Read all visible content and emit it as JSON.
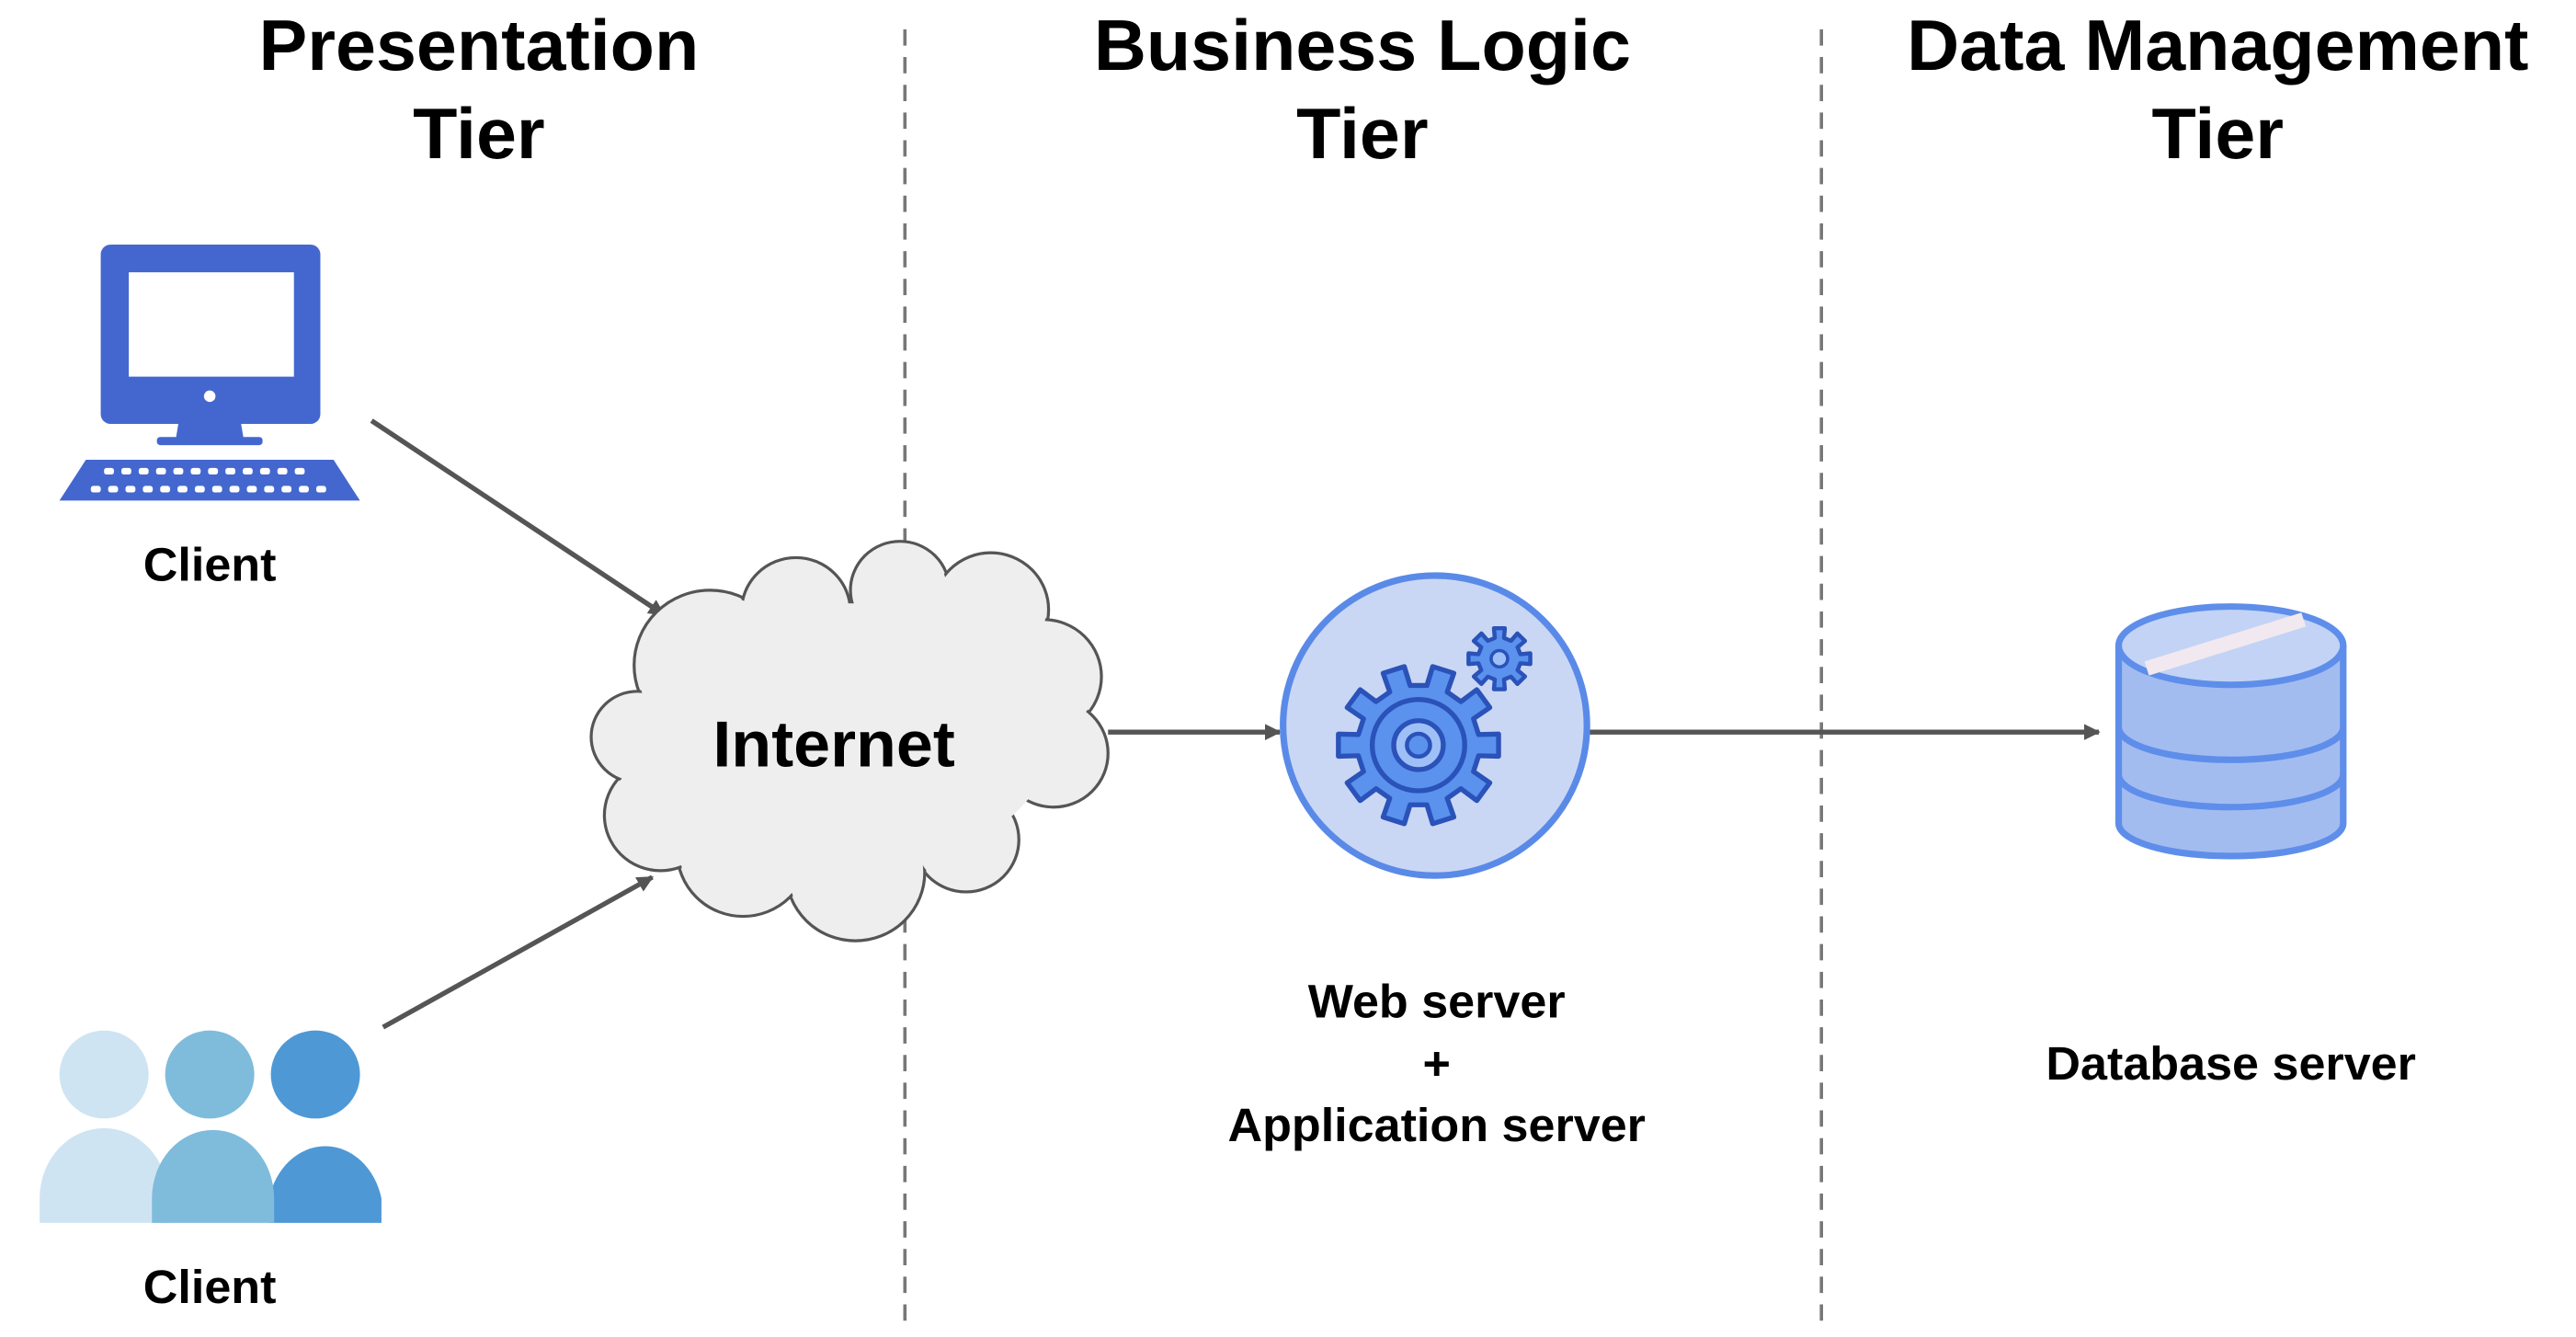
{
  "tiers": [
    {
      "title_line1": "Presentation",
      "title_line2": "Tier"
    },
    {
      "title_line1": "Business Logic",
      "title_line2": "Tier"
    },
    {
      "title_line1": "Data Management",
      "title_line2": "Tier"
    }
  ],
  "nodes": {
    "client_computer": {
      "label": "Client",
      "icon": "desktop-computer-icon"
    },
    "client_users": {
      "label": "Client",
      "icon": "user-group-icon"
    },
    "internet": {
      "label": "Internet",
      "icon": "cloud-icon"
    },
    "app_server": {
      "label_line1": "Web server",
      "label_line2": "+",
      "label_line3": "Application server",
      "icon": "gear-icon"
    },
    "db_server": {
      "label": "Database server",
      "icon": "database-icon"
    }
  },
  "colors": {
    "icon_blue": "#4467CF",
    "gear_circle_fill": "#CAD7F4",
    "gear_circle_stroke": "#5A8AE8",
    "gear_fill": "#5A92EE",
    "db_fill": "#A3BCF0",
    "db_stroke": "#5E8EEA",
    "cloud_fill": "#EEEEEE",
    "arrow": "#555555",
    "user_light": "#CFE4F2",
    "user_mid": "#7FBCDC",
    "user_dark": "#4E98D6"
  }
}
